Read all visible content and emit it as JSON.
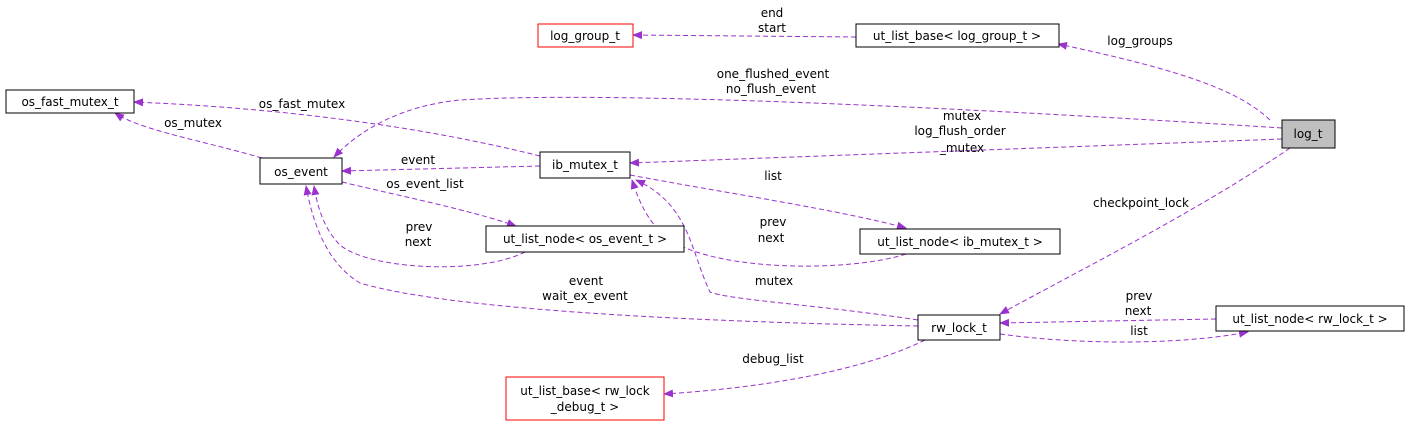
{
  "colors": {
    "edge": "#9a32cd",
    "box_border": "#000000",
    "box_border_external": "#ff0000",
    "focus_fill": "#bfbfbf"
  },
  "nodes": {
    "log_group_t": "log_group_t",
    "ut_list_base_log_group": "ut_list_base< log_group_t >",
    "os_fast_mutex_t": "os_fast_mutex_t",
    "log_t": "log_t",
    "os_event": "os_event",
    "ib_mutex_t": "ib_mutex_t",
    "ut_list_node_os_event": "ut_list_node< os_event_t >",
    "ut_list_node_ib_mutex": "ut_list_node< ib_mutex_t >",
    "rw_lock_t": "rw_lock_t",
    "ut_list_node_rw_lock": "ut_list_node< rw_lock_t >",
    "ut_list_base_rw_lock_debug_line1": "ut_list_base< rw_lock",
    "ut_list_base_rw_lock_debug_line2": "_debug_t >"
  },
  "edge_labels": {
    "end": "end",
    "start": "start",
    "log_groups": "log_groups",
    "one_flushed_event": "one_flushed_event",
    "no_flush_event": "no_flush_event",
    "os_fast_mutex": "os_fast_mutex",
    "os_mutex": "os_mutex",
    "mutex": "mutex",
    "log_flush_order": "log_flush_order",
    "_mutex": "_mutex",
    "event": "event",
    "os_event_list": "os_event_list",
    "list": "list",
    "prev": "prev",
    "next": "next",
    "checkpoint_lock": "checkpoint_lock",
    "wait_ex_event": "wait_ex_event",
    "debug_list": "debug_list"
  }
}
